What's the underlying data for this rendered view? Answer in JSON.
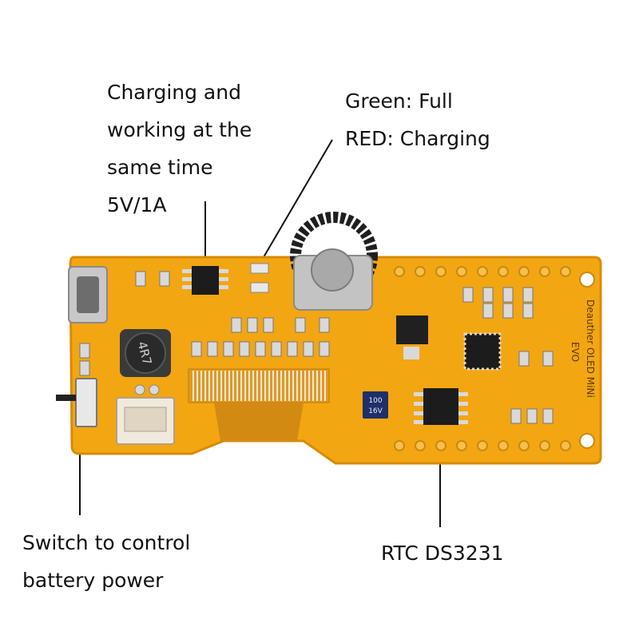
{
  "labels": {
    "charging": [
      "Charging and",
      "working at the",
      "same time",
      "5V/1A"
    ],
    "led": [
      "Green: Full",
      "RED: Charging"
    ],
    "switch": [
      "Switch to control",
      "battery power"
    ],
    "rtc": "RTC DS3231"
  },
  "board_silkscreen": {
    "line1": "Deauther OLED MiNi",
    "line2": "EVO",
    "inductor": "4R7",
    "capacitor_a": "100",
    "capacitor_b": "16V"
  },
  "colors": {
    "pcb": "#f2a612",
    "pcb_edge": "#d98a06",
    "flex": "#e39a1a",
    "chip": "#1c1c1c",
    "pad": "#d9d9d9",
    "line": "#111111"
  }
}
